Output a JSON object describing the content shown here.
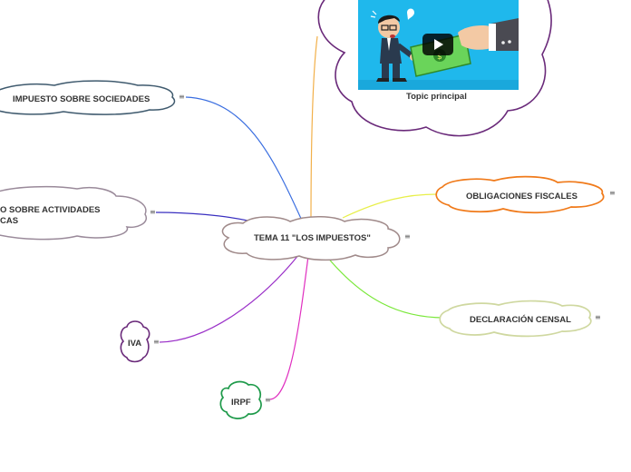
{
  "central": {
    "label": "TEMA 11 \"LOS IMPUESTOS\""
  },
  "topic": {
    "caption": "Topic principal"
  },
  "nodes": [
    {
      "label": "IMPUESTO SOBRE SOCIEDADES"
    },
    {
      "label": "O SOBRE ACTIVIDADES",
      "label2": "CAS"
    },
    {
      "label": "OBLIGACIONES FISCALES"
    },
    {
      "label": "DECLARACIÓN CENSAL"
    },
    {
      "label": "IVA"
    },
    {
      "label": "IRPF"
    }
  ],
  "menu_icon": "≡",
  "colors": {
    "central_border": "#a08a8a",
    "topic_border": "#6a2a7a",
    "sociedades": "#3f5a6e",
    "actividades": "#9a8a9a",
    "obligaciones": "#f07a1a",
    "censal": "#cfd8a0",
    "iva": "#6a2a7a",
    "irpf": "#1e9a4a"
  }
}
